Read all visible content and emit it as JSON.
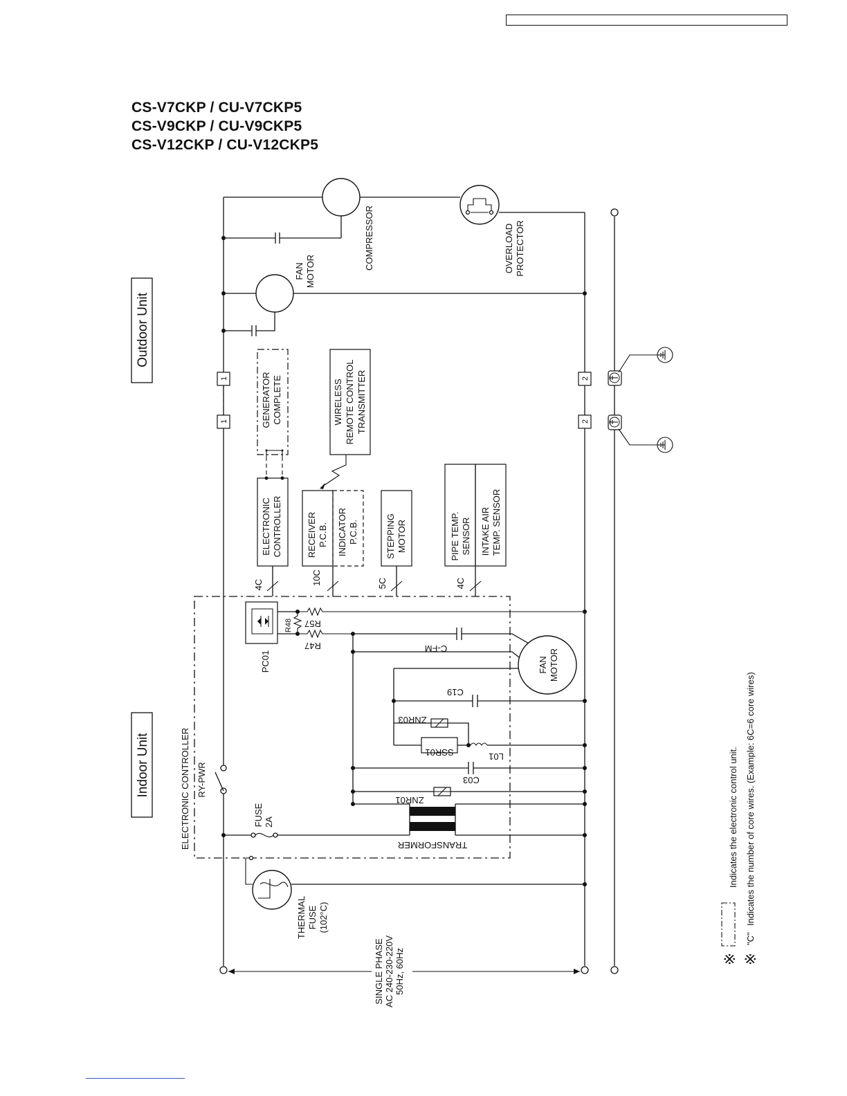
{
  "models": [
    "CS-V7CKP / CU-V7CKP5",
    "CS-V9CKP / CU-V9CKP5",
    "CS-V12CKP / CU-V12CKP5"
  ],
  "units": {
    "outdoor": "Outdoor Unit",
    "indoor": "Indoor Unit"
  },
  "outdoor": {
    "compressor": "COMPRESSOR",
    "fan_motor": [
      "FAN",
      "MOTOR"
    ],
    "overload_protector": [
      "OVERLOAD",
      "PROTECTOR"
    ]
  },
  "terminals": {
    "t1": "1",
    "t2": "2"
  },
  "modules": {
    "generator": [
      "GENERATOR",
      "COMPLETE"
    ],
    "wireless": [
      "WIRELESS",
      "REMOTE CONTROL",
      "TRANSMITTER"
    ],
    "electronic_controller": [
      "ELECTRONIC",
      "CONTROLLER"
    ],
    "receiver": [
      "RECEIVER",
      "P.C.B."
    ],
    "indicator": [
      "INDICATOR",
      "P.C.B."
    ],
    "stepping_motor": [
      "STEPPING",
      "MOTOR"
    ],
    "pipe_sensor": [
      "PIPE TEMP.",
      "SENSOR"
    ],
    "intake_sensor": [
      "INTAKE AIR",
      "TEMP. SENSOR"
    ]
  },
  "core_wires": {
    "ec": "4C",
    "receiver": "10C",
    "stepping": "5C",
    "sensors": "4C"
  },
  "indoor": {
    "electronic_controller": "ELECTRONIC CONTROLLER",
    "ry_pwr": "RY-PWR",
    "fuse": [
      "FUSE",
      "2A"
    ],
    "transformer": "TRANSFORMER",
    "znr01": "ZNR01",
    "c03": "C03",
    "l01": "L01",
    "ssr01": "SSR01",
    "znr03": "ZNR03",
    "c19": "C19",
    "cfm": "C-FM",
    "fan_motor": [
      "FAN",
      "MOTOR"
    ],
    "r47": "R47",
    "r48": "R48",
    "r57": "R57",
    "pc01": "PC01"
  },
  "thermal_fuse": [
    "THERMAL",
    "FUSE",
    "(102°C)"
  ],
  "power": [
    "SINGLE PHASE",
    "AC 240-230-220V",
    "50Hz, 60Hz"
  ],
  "notes": {
    "mark": "※",
    "note1": "Indicates the electronic control unit.",
    "note2_prefix": "\"C\"",
    "note2": "Indicates the number of core wires. (Example: 6C=6 core wires)"
  }
}
